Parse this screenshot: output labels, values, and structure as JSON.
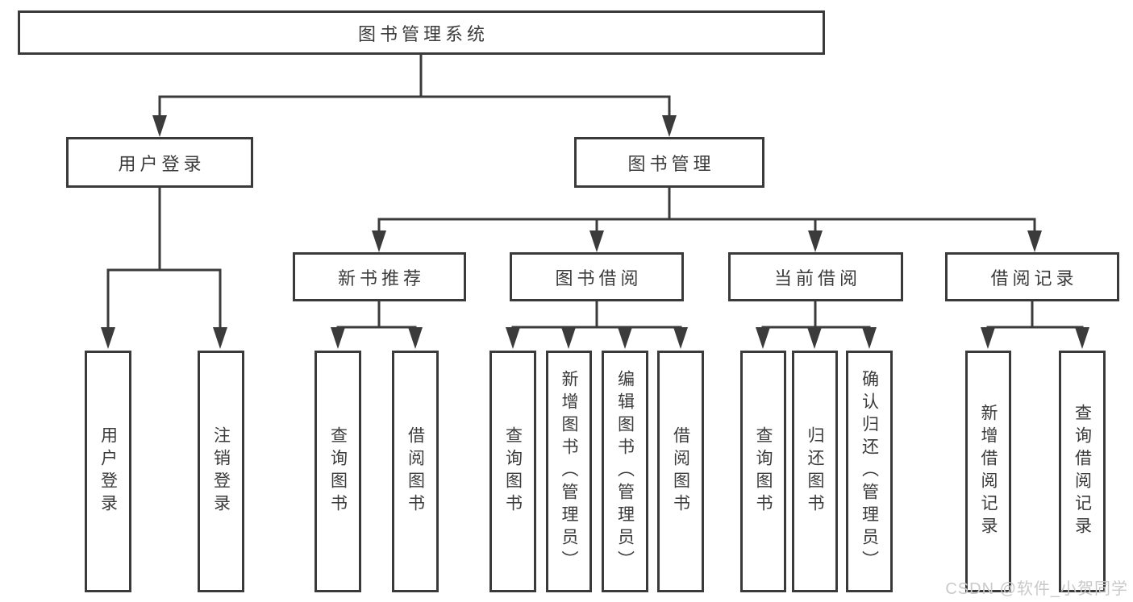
{
  "diagram": {
    "root": {
      "label": "图书管理系统"
    },
    "branches": [
      {
        "label": "用户登录",
        "children": [
          {
            "label": "用户登录"
          },
          {
            "label": "注销登录"
          }
        ]
      },
      {
        "label": "图书管理",
        "children": [
          {
            "label": "新书推荐",
            "children": [
              {
                "label": "查询图书"
              },
              {
                "label": "借阅图书"
              }
            ]
          },
          {
            "label": "图书借阅",
            "children": [
              {
                "label": "查询图书"
              },
              {
                "label": "新增图书（管理员）"
              },
              {
                "label": "编辑图书（管理员）"
              },
              {
                "label": "借阅图书"
              }
            ]
          },
          {
            "label": "当前借阅",
            "children": [
              {
                "label": "查询图书"
              },
              {
                "label": "归还图书"
              },
              {
                "label": "确认归还（管理员）"
              }
            ]
          },
          {
            "label": "借阅记录",
            "children": [
              {
                "label": "新增借阅记录"
              },
              {
                "label": "查询借阅记录"
              }
            ]
          }
        ]
      }
    ]
  },
  "watermark": {
    "text": "CSDN @软件_小贺同学"
  },
  "colors": {
    "line": "#3b3b3b",
    "box_border": "#3a3a3a",
    "box_bg": "#ffffff",
    "text": "#3b3b3b",
    "watermark": "#c9c9c9"
  }
}
